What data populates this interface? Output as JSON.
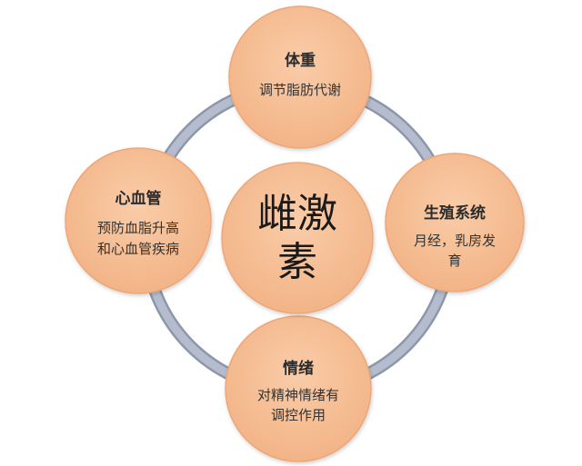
{
  "center": {
    "lines": [
      "雌激",
      "素"
    ]
  },
  "nodes": [
    {
      "id": "top",
      "title": "体重",
      "lines": [
        "调节脂肪代谢"
      ]
    },
    {
      "id": "right",
      "title": "生殖系统",
      "lines": [
        "月经，乳房发",
        "育"
      ]
    },
    {
      "id": "bottom",
      "title": "情绪",
      "lines": [
        "对精神情绪有",
        "调控作用"
      ]
    },
    {
      "id": "left",
      "title": "心血管",
      "lines": [
        "预防血脂升高",
        "和心血管疾病"
      ]
    }
  ],
  "colors": {
    "circle_fill": "#f6be96",
    "circle_stroke": "#eda678",
    "ring": "#aab3c5",
    "ring_edge": "#8d97ab",
    "text": "#2b2b2b"
  }
}
